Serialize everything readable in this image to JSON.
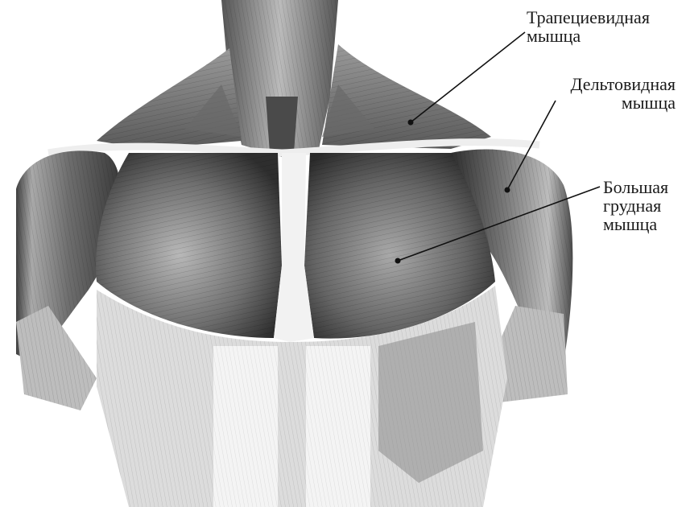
{
  "diagram": {
    "labels": [
      {
        "id": "trapezius",
        "lines": [
          "Трапециевидная",
          "мышца"
        ]
      },
      {
        "id": "deltoid",
        "lines": [
          "Дельтовидная",
          "мышца"
        ]
      },
      {
        "id": "pectoralis",
        "lines": [
          "Большая",
          "грудная",
          "мышца"
        ]
      }
    ],
    "colors": {
      "ink": "#1a1a1a",
      "muscle_dark": "#3a3a3a",
      "muscle_mid": "#8c8c8c",
      "muscle_light": "#d6d6d6",
      "background": "#ffffff"
    }
  }
}
